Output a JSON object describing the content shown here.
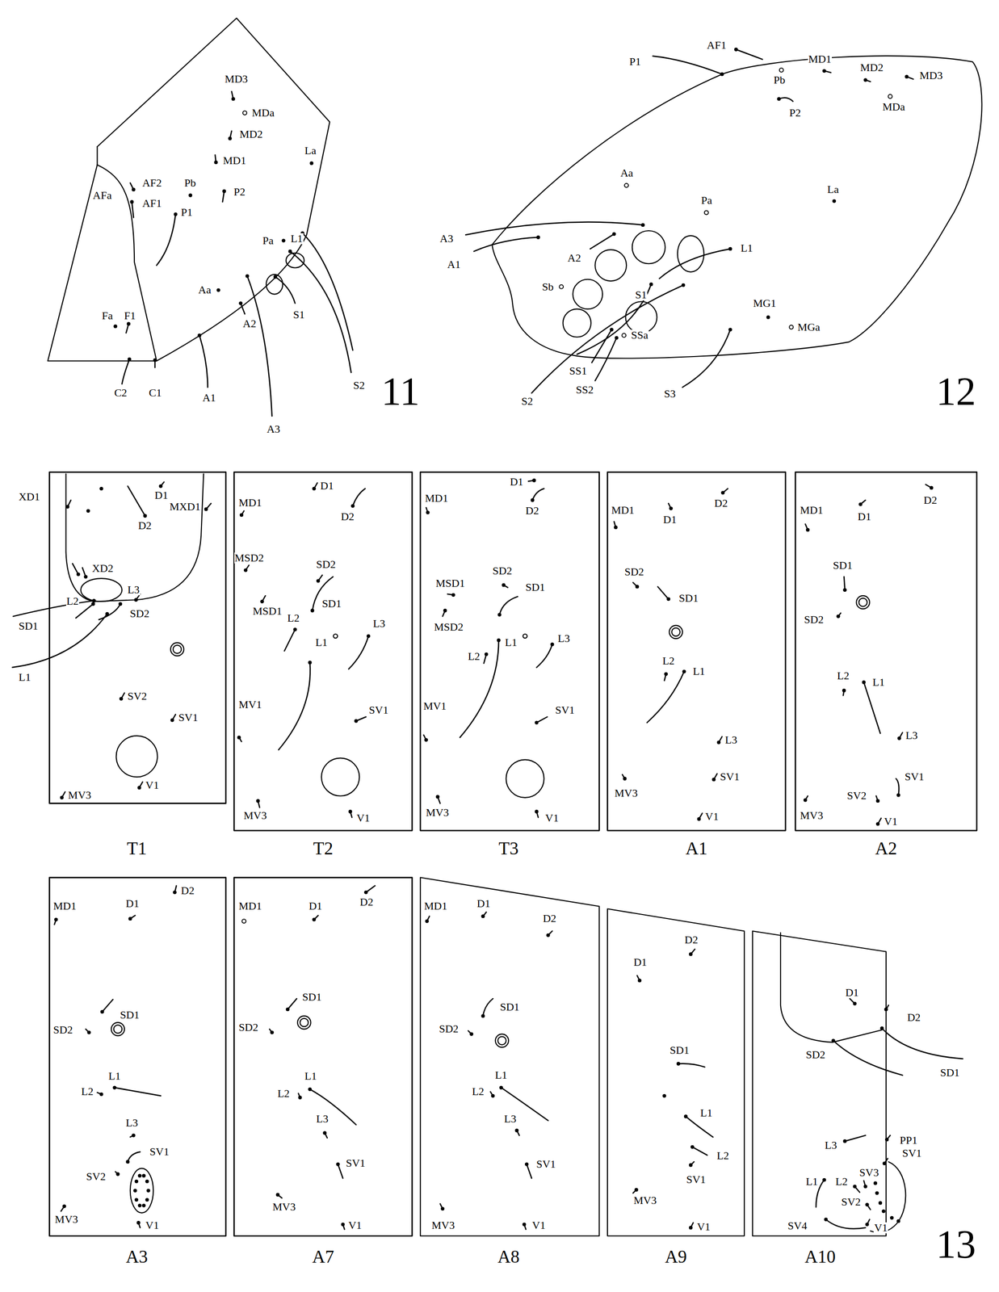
{
  "diagram": {
    "labels": [
      "MD3",
      "MDa",
      "MD2",
      "MD1",
      "La",
      "AF2",
      "AF1",
      "AFa",
      "Pb",
      "P2",
      "P1",
      "L1",
      "Pa",
      "Aa",
      "S1",
      "A2",
      "Fa",
      "F1",
      "C2",
      "C1",
      "A1",
      "A3",
      "S2",
      "11",
      "AF1",
      "P1",
      "Pb",
      "MD1",
      "MD2",
      "MD3",
      "MDa",
      "P2",
      "Aa",
      "Pa",
      "La",
      "A3",
      "A1",
      "A2",
      "L1",
      "Sb",
      "S1",
      "MG1",
      "MGa",
      "SSa",
      "SS1",
      "SS2",
      "S2",
      "S3",
      "12",
      "XD1",
      "D1",
      "D2",
      "MXD1",
      "XD2",
      "SD2",
      "SD1",
      "L2",
      "L3",
      "L1",
      "SV2",
      "SV1",
      "V1",
      "MV3",
      "D1",
      "D2",
      "MD1",
      "MSD2",
      "MSD1",
      "SD2",
      "SD1",
      "L2",
      "L3",
      "L1",
      "SV1",
      "MV1",
      "MV3",
      "V1",
      "D1",
      "D2",
      "MD1",
      "MSD1",
      "SD2",
      "SD1",
      "MSD2",
      "L3",
      "L1",
      "L2",
      "SV1",
      "MV1",
      "MV3",
      "V1",
      "MD1",
      "D1",
      "D2",
      "SD2",
      "SD1",
      "L2",
      "L1",
      "L3",
      "SV1",
      "MV3",
      "V1",
      "MD1",
      "D1",
      "D2",
      "SD1",
      "SD2",
      "L2",
      "L1",
      "L3",
      "SV1",
      "SV2",
      "V1",
      "MV3",
      "D2",
      "D1",
      "MD1",
      "SD1",
      "SD2",
      "L1",
      "L2",
      "L3",
      "SV1",
      "SV2",
      "MV3",
      "V1",
      "D2",
      "D1",
      "MD1",
      "SD1",
      "SD2",
      "L1",
      "L2",
      "L3",
      "SV1",
      "MV3",
      "V1",
      "D1",
      "D2",
      "MD1",
      "SD1",
      "SD2",
      "L1",
      "L2",
      "L3",
      "SV1",
      "MV3",
      "V1",
      "D2",
      "D1",
      "SD1",
      "L1",
      "L2",
      "SV1",
      "MV3",
      "V1",
      "D1",
      "D2",
      "SD2",
      "SD1",
      "L3",
      "PP1",
      "SV1",
      "SV3",
      "L1",
      "L2",
      "SV2",
      "SV4",
      "V1",
      "T1",
      "T2",
      "T3",
      "A1",
      "A2",
      "A3",
      "A7",
      "A8",
      "A9",
      "A10",
      "13"
    ]
  }
}
